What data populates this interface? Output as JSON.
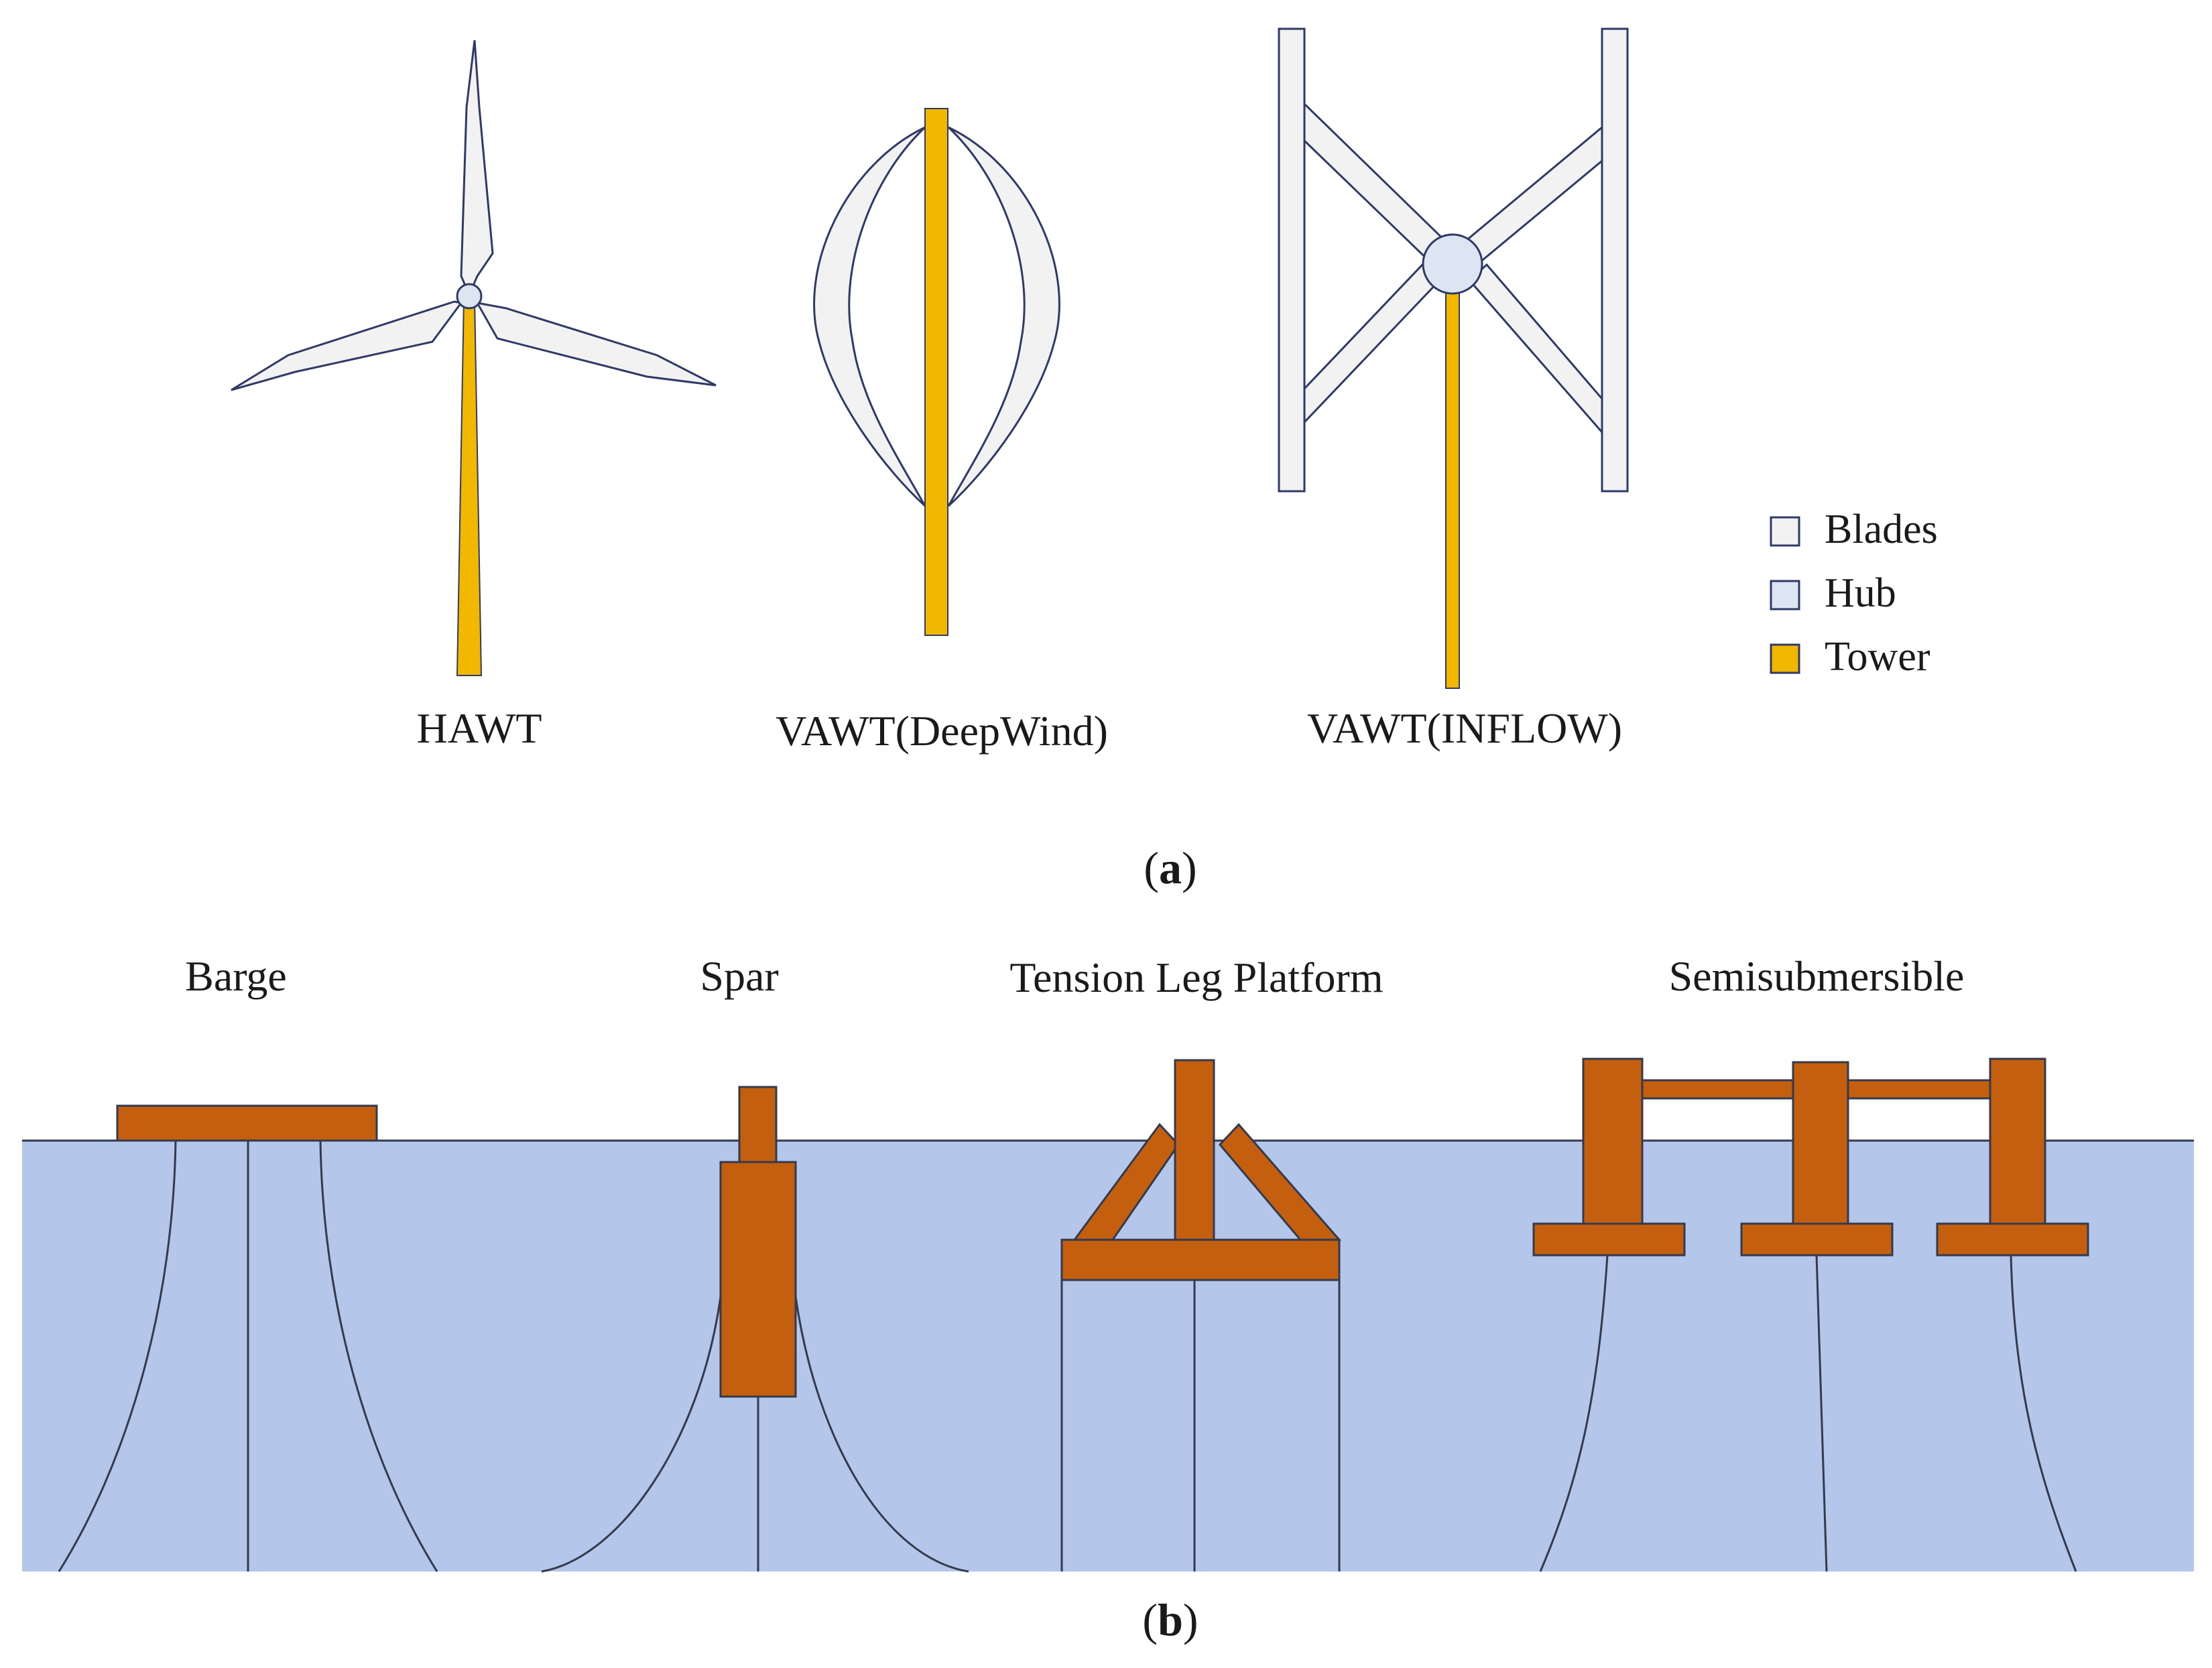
{
  "panel_a": {
    "turbines": [
      {
        "label": "HAWT"
      },
      {
        "label": "VAWT(DeepWind)"
      },
      {
        "label": "VAWT(INFLOW)"
      }
    ],
    "legend": [
      {
        "label": "Blades",
        "color": "#f2f2f2"
      },
      {
        "label": "Hub",
        "color": "#dde5f3"
      },
      {
        "label": "Tower",
        "color": "#f2b800"
      }
    ],
    "caption": {
      "open": "(",
      "letter": "a",
      "close": ")"
    }
  },
  "panel_b": {
    "platforms": [
      {
        "label": "Barge"
      },
      {
        "label": "Spar"
      },
      {
        "label": "Tension Leg Platform"
      },
      {
        "label": "Semisubmersible"
      }
    ],
    "caption": {
      "open": "(",
      "letter": "b",
      "close": ")"
    },
    "colors": {
      "water": "#b4c6e9",
      "structure": "#c55f10",
      "mooring": "#333a4d"
    }
  },
  "colors": {
    "outline": "#2f3a66"
  }
}
